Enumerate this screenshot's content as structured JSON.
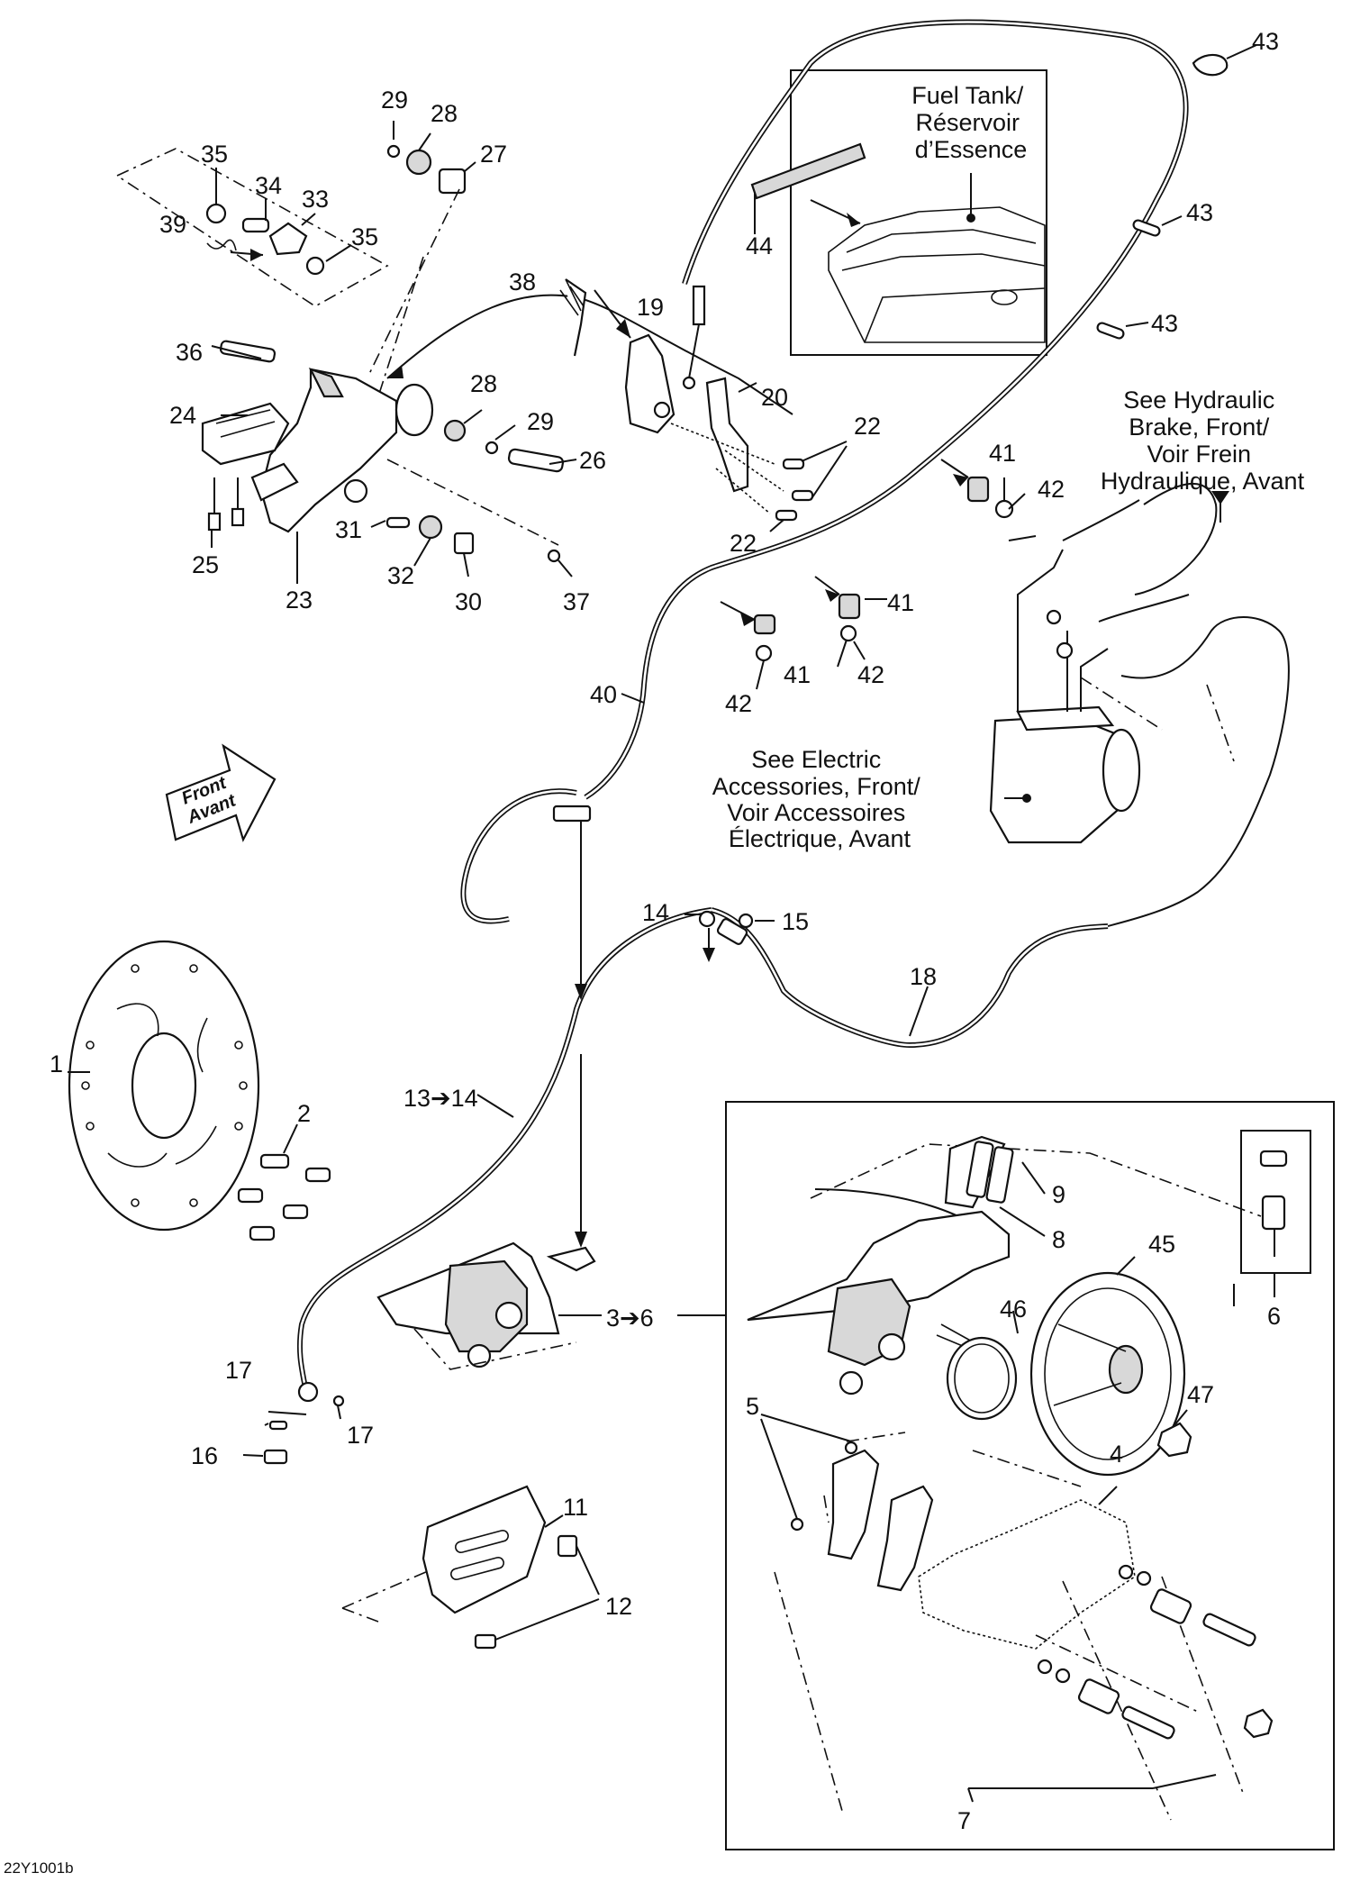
{
  "diagram": {
    "code": "22Y1001b",
    "callouts": {
      "fuel_tank": [
        "Fuel Tank/",
        "Réservoir",
        "d’Essence"
      ],
      "hydraulic": [
        "See Hydraulic",
        "Brake, Front/",
        "Voir Frein",
        "Hydraulique, Avant"
      ],
      "electric": [
        "See Electric",
        "Accessories, Front/",
        "Voir Accessoires",
        "Électrique, Avant"
      ]
    },
    "direction_arrow": [
      "Front",
      "Avant"
    ],
    "part_numbers": {
      "p1": "1",
      "p2": "2",
      "p3_6": "3➔6",
      "p4": "4",
      "p5": "5",
      "p6": "6",
      "p7": "7",
      "p8": "8",
      "p9": "9",
      "p11": "11",
      "p12": "12",
      "p13_14": "13➔14",
      "p14": "14",
      "p15": "15",
      "p16": "16",
      "p17a": "17",
      "p17b": "17",
      "p18": "18",
      "p19": "19",
      "p20": "20",
      "p22a": "22",
      "p22b": "22",
      "p23": "23",
      "p24": "24",
      "p25": "25",
      "p26": "26",
      "p27": "27",
      "p28a": "28",
      "p28b": "28",
      "p29a": "29",
      "p29b": "29",
      "p30": "30",
      "p31": "31",
      "p32": "32",
      "p33": "33",
      "p34": "34",
      "p35a": "35",
      "p35b": "35",
      "p36": "36",
      "p37": "37",
      "p38": "38",
      "p39": "39",
      "p40": "40",
      "p41a": "41",
      "p41b": "41",
      "p41c": "41",
      "p42a": "42",
      "p42b": "42",
      "p42c": "42",
      "p43a": "43",
      "p43b": "43",
      "p43c": "43",
      "p44": "44",
      "p45": "45",
      "p46": "46",
      "p47": "47"
    }
  }
}
